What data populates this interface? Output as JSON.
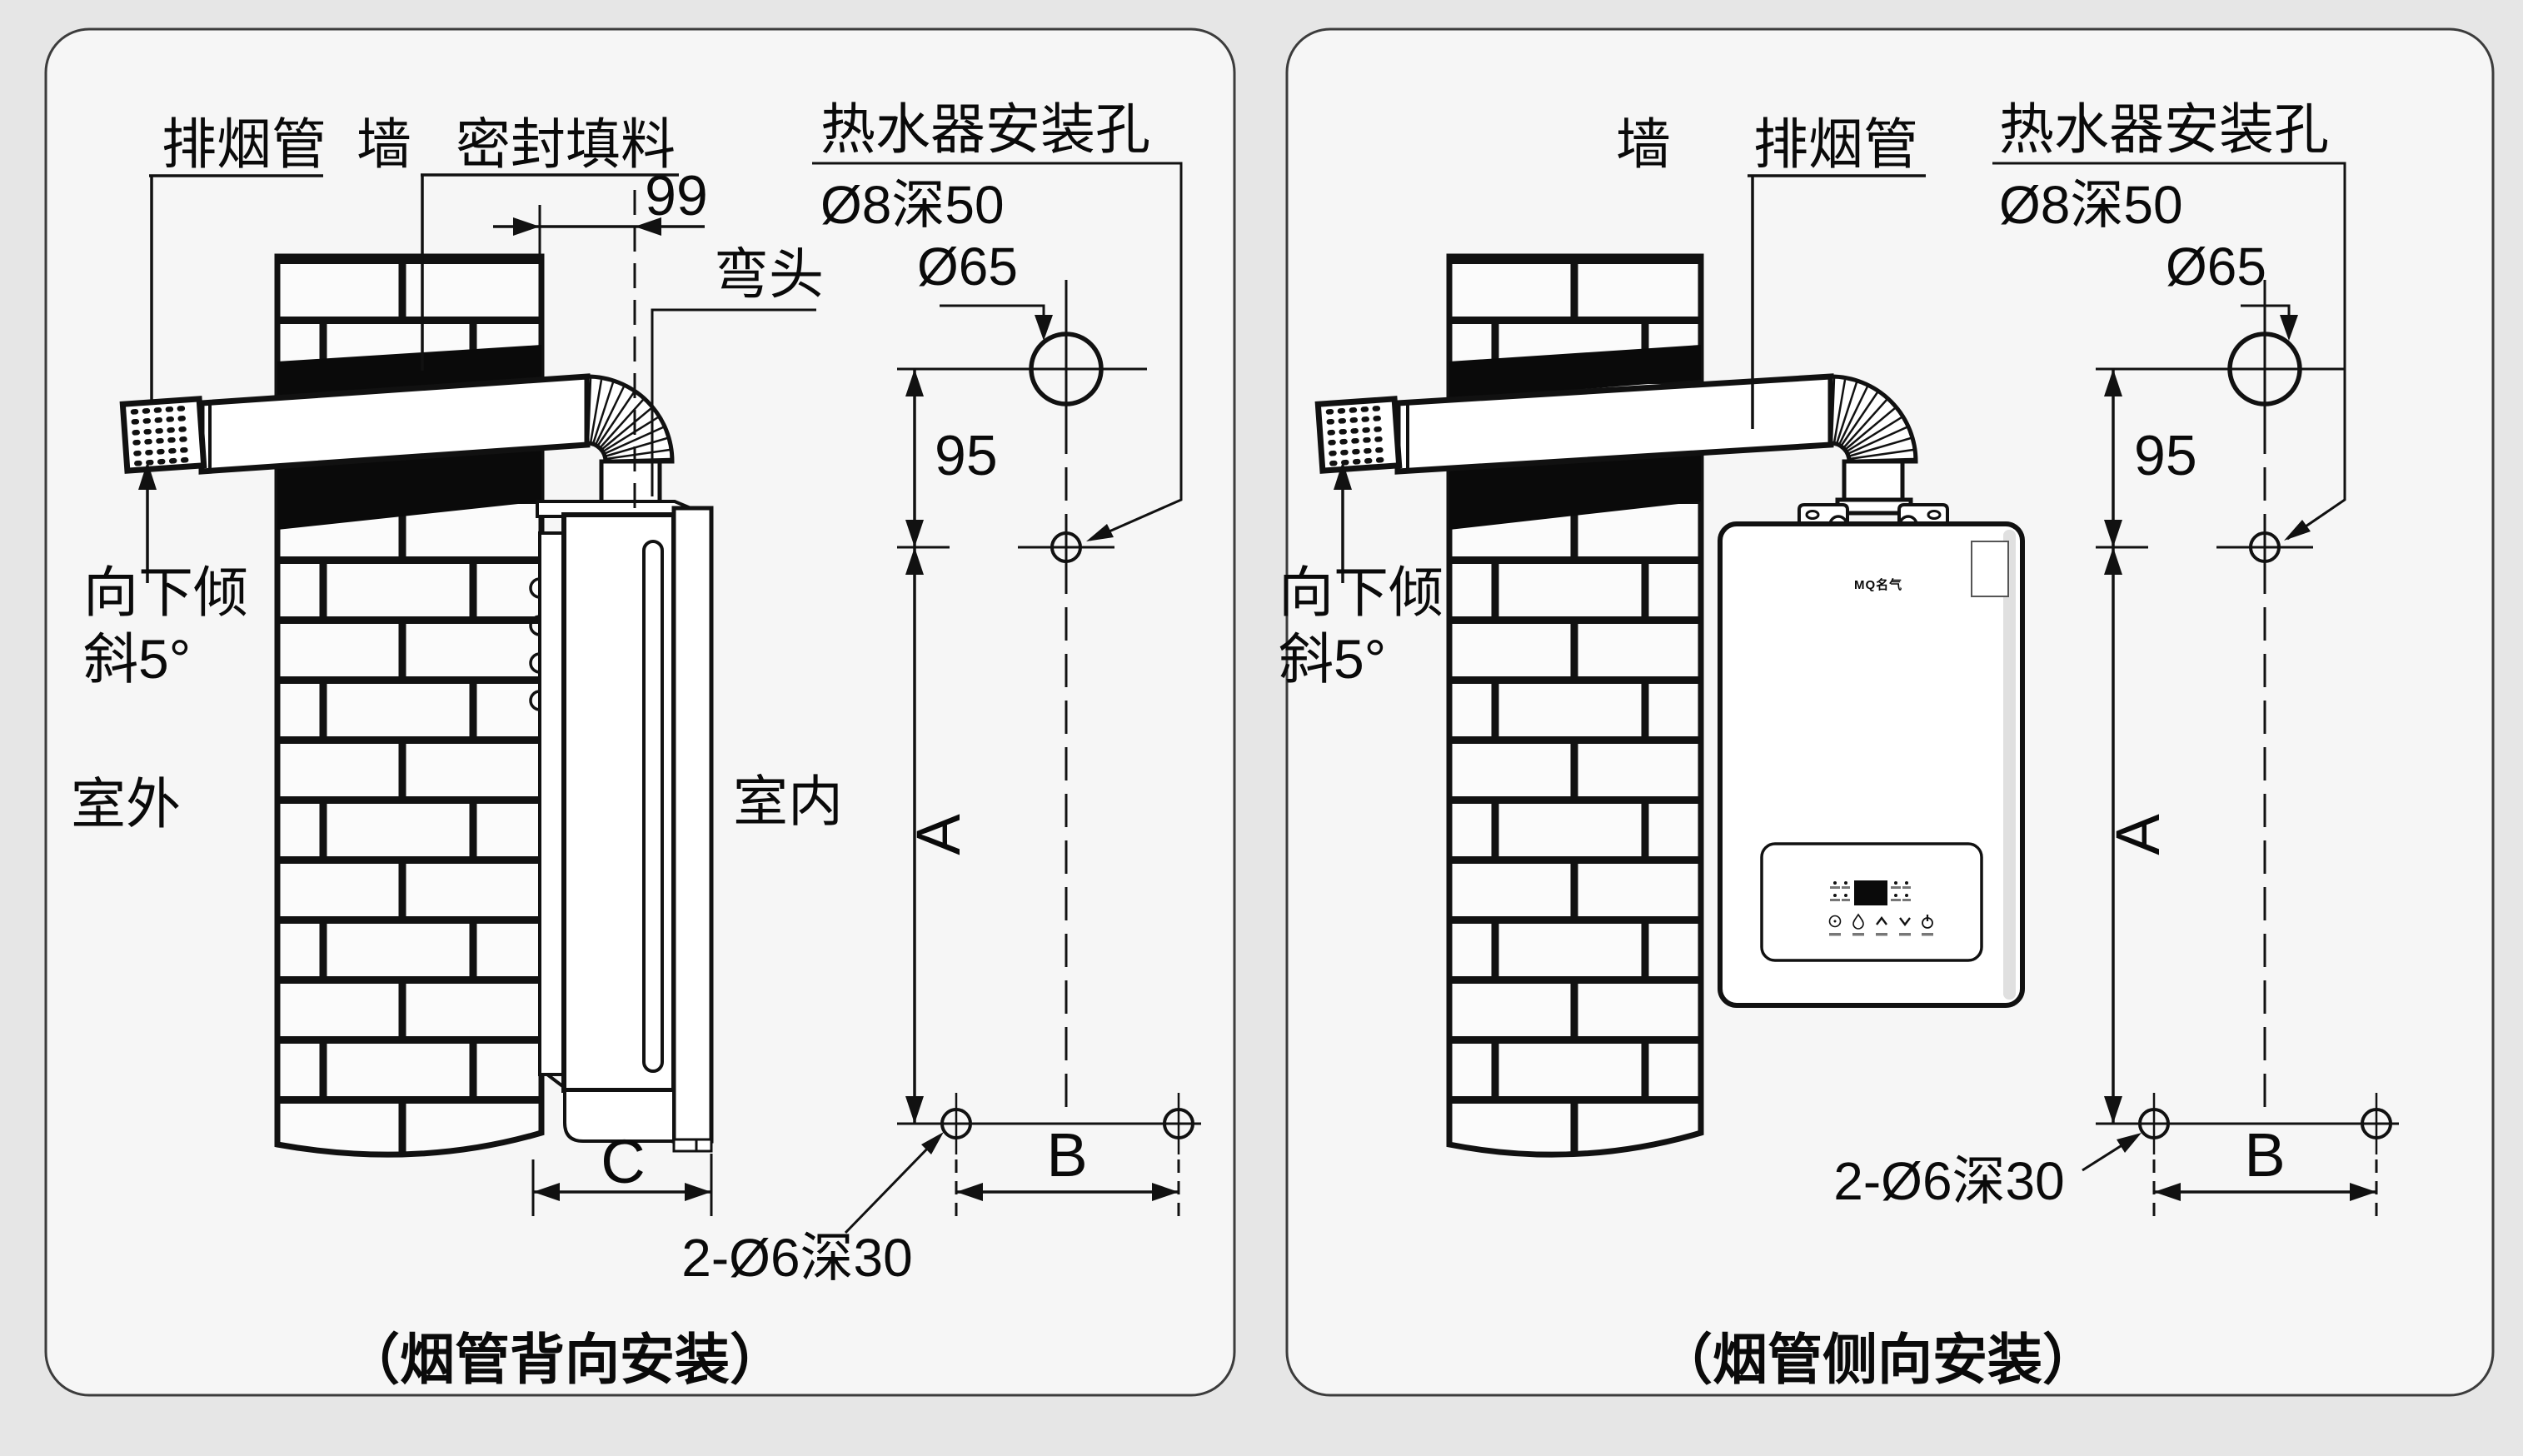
{
  "colors": {
    "canvas": "#e6e6e6",
    "panel": "#f6f6f6",
    "line": "#0f0f0f",
    "seal": "#0a0a0a"
  },
  "left_figure": {
    "caption": "（烟管背向安装）",
    "labels": {
      "flue_pipe": "排烟管",
      "wall": "墙",
      "sealant": "密封填料",
      "bend": "弯头",
      "tilt_line1": "向下倾",
      "tilt_line2": "斜5°",
      "outdoor": "室外",
      "indoor": "室内",
      "mount_holes_title": "热水器安装孔",
      "mount_hole_spec": "Ø8深50",
      "flue_hole_dia": "Ø65",
      "lower_holes_spec": "2-Ø6深30"
    },
    "dims": {
      "wall_to_elbow": "99",
      "top_hole_drop": "95",
      "height": "A",
      "hole_span": "B",
      "depth": "C"
    }
  },
  "right_figure": {
    "caption": "（烟管侧向安装）",
    "labels": {
      "wall": "墙",
      "flue_pipe": "排烟管",
      "tilt_line1": "向下倾",
      "tilt_line2": "斜5°",
      "mount_holes_title": "热水器安装孔",
      "mount_hole_spec": "Ø8深50",
      "flue_hole_dia": "Ø65",
      "lower_holes_spec": "2-Ø6深30"
    },
    "dims": {
      "top_hole_drop": "95",
      "height": "A",
      "hole_span": "B"
    },
    "heater": {
      "brand": "MQ名气"
    }
  }
}
